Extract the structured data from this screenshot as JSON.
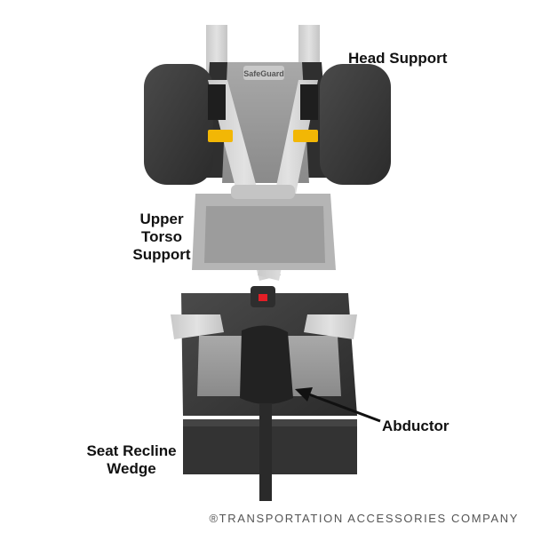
{
  "labels": {
    "head_support": "Head Support",
    "upper_torso_line1": "Upper",
    "upper_torso_line2": "Torso",
    "upper_torso_line3": "Support",
    "abductor": "Abductor",
    "seat_recline_line1": "Seat Recline",
    "seat_recline_line2": "Wedge"
  },
  "copyright": "®TRANSPORTATION ACCESSORIES COMPANY",
  "seat_brand_logo": "SafeGuard",
  "colors": {
    "cushion_dark": "#3c3c3c",
    "seat_gray": "#9a9a9a",
    "strap_light": "#d7d7d7",
    "buckle_yellow": "#f2b705",
    "buckle_red": "#e41e26",
    "label_text": "#111111"
  },
  "icons": {
    "arrow": "black-arrow-icon",
    "buckle": "harness-buckle-icon"
  }
}
